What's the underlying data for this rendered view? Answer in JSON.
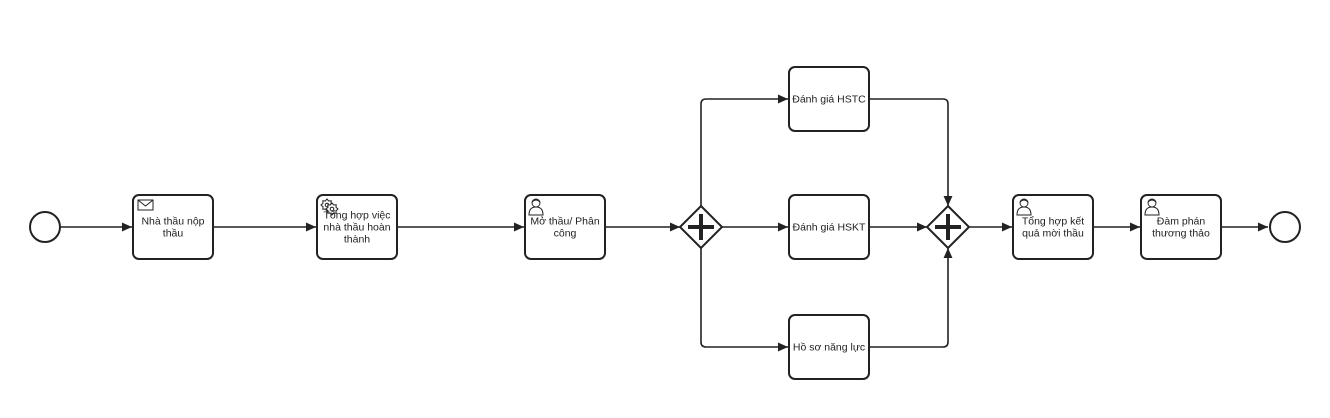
{
  "diagram": {
    "start_event": {
      "label": ""
    },
    "end_event": {
      "label": ""
    },
    "tasks": [
      {
        "id": "t1",
        "type": "receive",
        "icon": "envelope-icon",
        "lines": [
          "Nhà thầu nộp",
          "thầu"
        ]
      },
      {
        "id": "t2",
        "type": "service",
        "icon": "gear-icon",
        "lines": [
          "Tổng hợp việc",
          "nhà thầu hoàn",
          "thành"
        ]
      },
      {
        "id": "t3",
        "type": "user",
        "icon": "user-icon",
        "lines": [
          "Mở thầu/ Phân",
          "công"
        ]
      },
      {
        "id": "t4",
        "type": "task",
        "icon": "",
        "lines": [
          "Đánh giá HSTC"
        ]
      },
      {
        "id": "t5",
        "type": "task",
        "icon": "",
        "lines": [
          "Đánh giá HSKT"
        ]
      },
      {
        "id": "t6",
        "type": "task",
        "icon": "",
        "lines": [
          "Hồ sơ năng lực"
        ]
      },
      {
        "id": "t7",
        "type": "user",
        "icon": "user-icon",
        "lines": [
          "Tổng hợp kết",
          "quả mời thầu"
        ]
      },
      {
        "id": "t8",
        "type": "user",
        "icon": "user-icon",
        "lines": [
          "Đàm phán",
          "thương thảo"
        ]
      }
    ],
    "gateways": [
      {
        "id": "g1",
        "type": "parallel-split"
      },
      {
        "id": "g2",
        "type": "parallel-join"
      }
    ]
  }
}
